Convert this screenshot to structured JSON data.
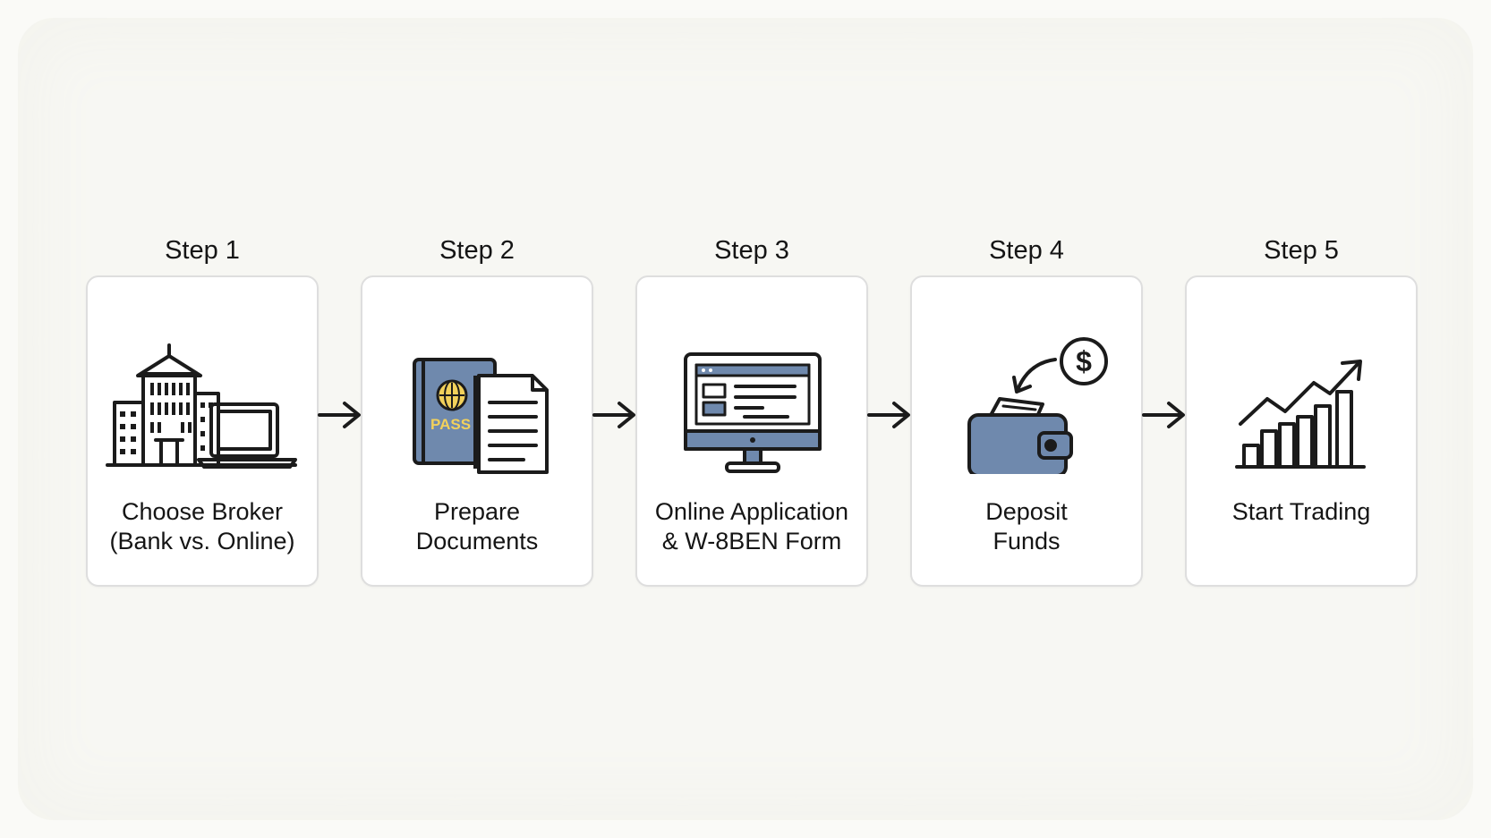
{
  "steps": [
    {
      "title": "Step 1",
      "label_lines": [
        "Choose Broker",
        "(Bank vs. Online)"
      ],
      "icon": "bank-laptop-icon"
    },
    {
      "title": "Step 2",
      "label_lines": [
        "Prepare",
        "Documents"
      ],
      "icon": "passport-document-icon",
      "passport_text": "PASS"
    },
    {
      "title": "Step 3",
      "label_lines": [
        "Online Application",
        "& W-8BEN Form"
      ],
      "icon": "computer-form-icon"
    },
    {
      "title": "Step 4",
      "label_lines": [
        "Deposit",
        "Funds"
      ],
      "icon": "wallet-deposit-icon",
      "coin_symbol": "$"
    },
    {
      "title": "Step 5",
      "label_lines": [
        "Start Trading"
      ],
      "icon": "growth-chart-icon"
    }
  ],
  "colors": {
    "accent": "#6f89ad",
    "outline": "#1b1b1b",
    "card_border": "#dedede",
    "passport_text": "#f2d15b"
  }
}
